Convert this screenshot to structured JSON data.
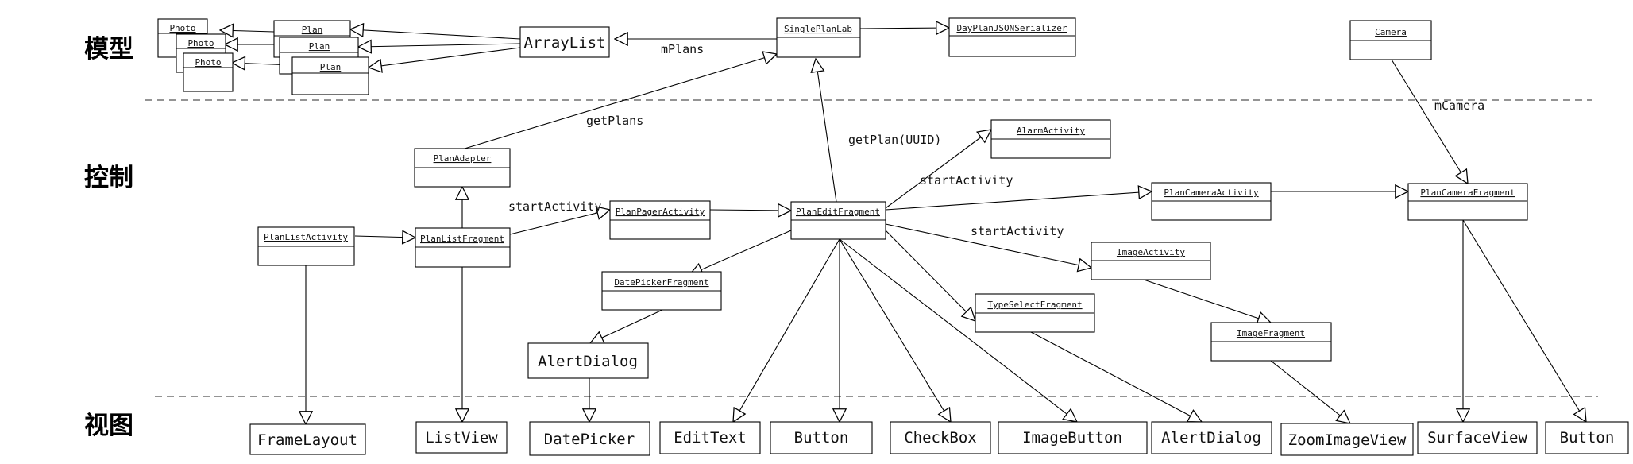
{
  "layers": {
    "model": "模型",
    "control": "控制",
    "view": "视图"
  },
  "classes": {
    "photo": "Photo",
    "plan": "Plan",
    "arraylist": "ArrayList",
    "singleplanlab": "SinglePlanLab",
    "dayplanjson": "DayPlanJSONSerializer",
    "camera": "Camera",
    "planadapter": "PlanAdapter",
    "planlistactivity": "PlanListActivity",
    "planlistfragment": "PlanListFragment",
    "planpageractivity": "PlanPagerActivity",
    "planeditfragment": "PlanEditFragment",
    "alarmactivity": "AlarmActivity",
    "plancameraactivity": "PlanCameraActivity",
    "plancamerafragment": "PlanCameraFragment",
    "imageactivity": "ImageActivity",
    "datepickerfragment": "DatePickerFragment",
    "typeselectfragment": "TypeSelectFragment",
    "imagefragment": "ImageFragment",
    "alertdialog": "AlertDialog"
  },
  "views": {
    "framelayout": "FrameLayout",
    "listview": "ListView",
    "datepicker": "DatePicker",
    "edittext": "EditText",
    "button": "Button",
    "checkbox": "CheckBox",
    "imagebutton": "ImageButton",
    "alertdialog": "AlertDialog",
    "zoomimageview": "ZoomImageView",
    "surfaceview": "SurfaceView"
  },
  "labels": {
    "mplans": "mPlans",
    "getplans": "getPlans",
    "getplan_uuid": "getPlan(UUID)",
    "startactivity": "startActivity",
    "mcamera": "mCamera"
  }
}
